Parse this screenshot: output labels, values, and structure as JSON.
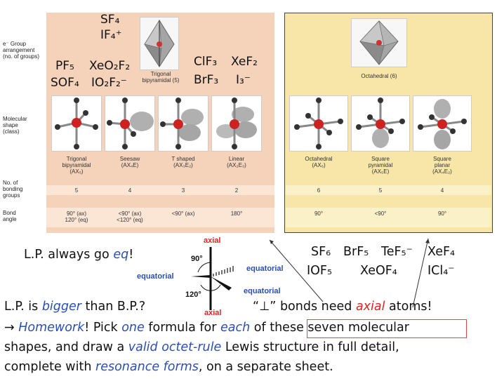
{
  "left_labels": {
    "egroup": [
      "e⁻ Group",
      "arrangement",
      "(no. of groups)"
    ],
    "molecular": [
      "Molecular",
      "shape",
      "(class)"
    ],
    "bonding": [
      "No. of",
      "bonding",
      "groups"
    ],
    "bond": [
      "Bond",
      "angle"
    ]
  },
  "left_formulas": {
    "sf4": "SF₄",
    "if4": "IF₄⁺",
    "pf5": "PF₅",
    "xeo2f2": "XeO₂F₂",
    "sof4": "SOF₄",
    "io2f2": "IO₂F₂⁻",
    "clf3": "ClF₃",
    "xef2": "XeF₂",
    "brf3": "BrF₃",
    "i3": "I₃⁻"
  },
  "arrangement_tbp": "Trigonal\nbipyramidal (5)",
  "arrangement_oct": "Octahedral (6)",
  "shapes_left": [
    {
      "name": "Trigonal\nbipyramidal\n(AX₅)",
      "bonds": "5",
      "angle": "90° (ax)\n120° (eq)"
    },
    {
      "name": "Seesaw\n(AX₄E)",
      "bonds": "4",
      "angle": "<90° (ax)\n<120° (eq)"
    },
    {
      "name": "T shaped\n(AX₃E₂)",
      "bonds": "3",
      "angle": "<90° (ax)"
    },
    {
      "name": "Linear\n(AX₂E₃)",
      "bonds": "2",
      "angle": "180°"
    }
  ],
  "shapes_right": [
    {
      "name": "Octahedral\n(AX₆)",
      "bonds": "6",
      "angle": "90°"
    },
    {
      "name": "Square\npyramidal\n(AX₅E)",
      "bonds": "5",
      "angle": "<90°"
    },
    {
      "name": "Square\nplanar\n(AX₄E₂)",
      "bonds": "4",
      "angle": "90°"
    }
  ],
  "notes": {
    "lp_eq_prefix": "L.P. always go ",
    "lp_eq_word": "eq",
    "lp_eq_suffix": "!",
    "lp_big_prefix": "L.P. is ",
    "lp_big_word": "bigger",
    "lp_big_suffix": " than B.P.?",
    "perp_prefix": "“⊥” bonds need ",
    "perp_word": "axial",
    "perp_suffix": " atoms!"
  },
  "diagram": {
    "axial_top": "axial",
    "angle90": "90°",
    "equatorial_left": "equatorial",
    "equatorial_right": "equatorial",
    "angle120": "120°",
    "equatorial_bottom": "equatorial",
    "axial_bottom": "axial"
  },
  "right_formulas": {
    "sf6": "SF₆",
    "brf5": "BrF₅",
    "tef5": "TeF₅⁻",
    "xef4": "XeF₄",
    "iof5": "IOF₅",
    "xeof4": "XeOF₄",
    "icl4": "ICl₄⁻"
  },
  "homework": {
    "arrow": "→ ",
    "w1": "Homework",
    "t1": "! Pick ",
    "w2": "one",
    "t2": " formula for ",
    "w3": "each",
    "t3": " of ",
    "boxed": "these seven molecular",
    "line2a": "shapes, and draw a ",
    "w4": "valid octet-rule",
    "line2b": " Lewis structure in full detail,",
    "line3a": "complete with ",
    "w5": "resonance forms",
    "line3b": ", on a separate sheet."
  }
}
